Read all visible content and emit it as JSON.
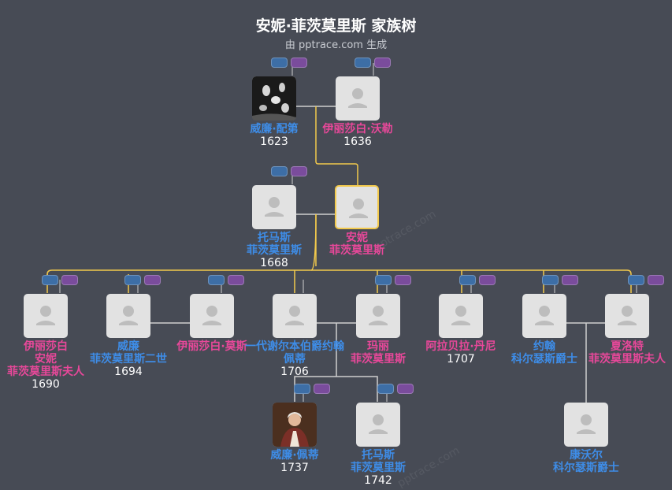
{
  "title": "安妮·菲茨莫里斯 家族树",
  "subtitle": "由 pptrace.com 生成",
  "watermark": "pptrace.com",
  "colors": {
    "background": "#474b55",
    "male": "#3e8de8",
    "female": "#e8489a",
    "line": "#d6d6d6",
    "marriage_line": "#f2c94c",
    "toggle_blue": "#3d6ea6",
    "toggle_purple": "#7a4c9c"
  },
  "people": [
    {
      "id": "william_petty",
      "name_lines": [
        "威廉·配第"
      ],
      "year": "1623",
      "gender": "male",
      "photo": "painting-dark"
    },
    {
      "id": "elizabeth_waller",
      "name_lines": [
        "伊丽莎白·沃勒"
      ],
      "year": "1636",
      "gender": "female",
      "photo": "placeholder"
    },
    {
      "id": "thomas_fitzmaurice",
      "name_lines": [
        "托马斯",
        "菲茨莫里斯"
      ],
      "year": "1668",
      "gender": "male",
      "photo": "placeholder"
    },
    {
      "id": "anne_fitzmaurice",
      "name_lines": [
        "安妮",
        "菲茨莫里斯"
      ],
      "year": "",
      "gender": "female",
      "photo": "placeholder",
      "highlight": true
    },
    {
      "id": "elizabeth_anne",
      "name_lines": [
        "伊丽莎白",
        "安妮",
        "菲茨莫里斯夫人"
      ],
      "year": "1690",
      "gender": "female",
      "photo": "placeholder"
    },
    {
      "id": "william_2nd",
      "name_lines": [
        "威廉",
        "菲茨莫里斯二世"
      ],
      "year": "1694",
      "gender": "male",
      "photo": "placeholder"
    },
    {
      "id": "elizabeth_sarah",
      "name_lines": [
        "伊丽莎白·莫斯"
      ],
      "year": "",
      "gender": "female",
      "photo": "placeholder"
    },
    {
      "id": "john_petty",
      "name_lines": [
        "一代谢尔本伯爵约翰",
        "佩蒂"
      ],
      "year": "1706",
      "gender": "male",
      "photo": "placeholder"
    },
    {
      "id": "mary",
      "name_lines": [
        "玛丽",
        "菲茨莫里斯"
      ],
      "year": "",
      "gender": "female",
      "photo": "placeholder"
    },
    {
      "id": "arabella",
      "name_lines": [
        "阿拉贝拉·丹尼"
      ],
      "year": "1707",
      "gender": "female",
      "photo": "placeholder"
    },
    {
      "id": "john_colthurst",
      "name_lines": [
        "约翰",
        "科尔瑟斯爵士"
      ],
      "year": "",
      "gender": "male",
      "photo": "placeholder"
    },
    {
      "id": "charlotte",
      "name_lines": [
        "夏洛特",
        "菲茨莫里斯夫人"
      ],
      "year": "",
      "gender": "female",
      "photo": "placeholder"
    },
    {
      "id": "william_petty_2",
      "name_lines": [
        "威廉·佩蒂"
      ],
      "year": "1737",
      "gender": "male",
      "photo": "portrait-color"
    },
    {
      "id": "thomas_2",
      "name_lines": [
        "托马斯",
        "菲茨莫里斯"
      ],
      "year": "1742",
      "gender": "male",
      "photo": "placeholder"
    },
    {
      "id": "colthurst",
      "name_lines": [
        "康沃尔",
        "科尔瑟斯爵士"
      ],
      "year": "",
      "gender": "male",
      "photo": "placeholder"
    }
  ]
}
